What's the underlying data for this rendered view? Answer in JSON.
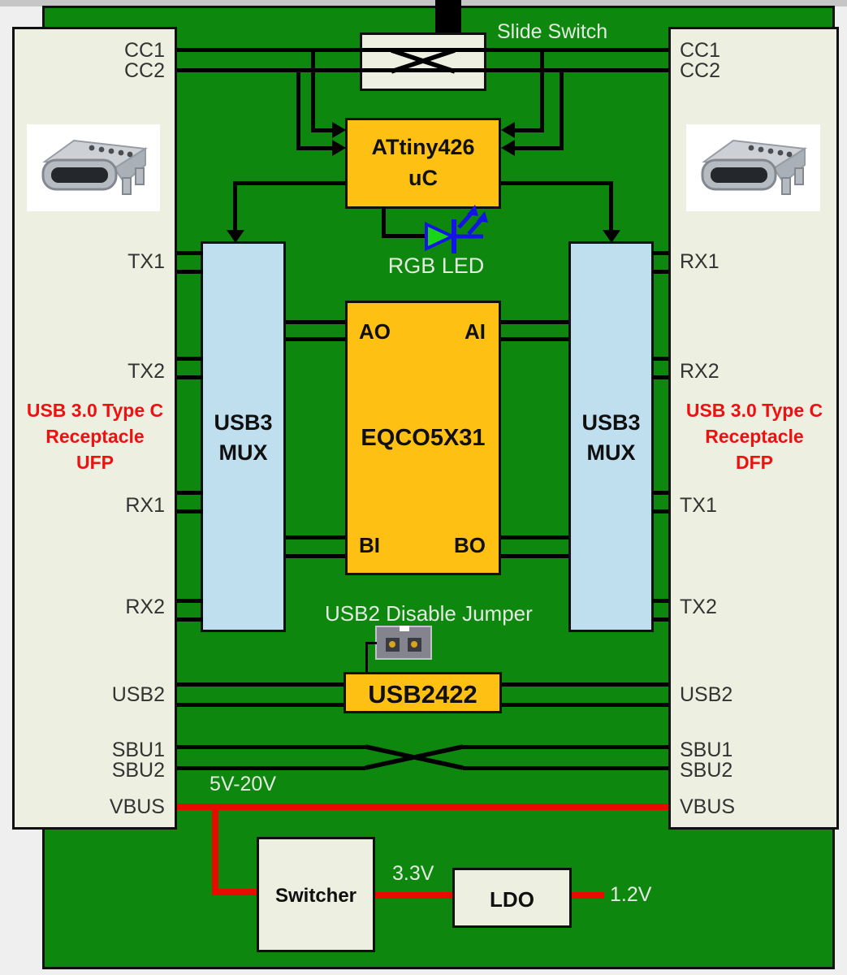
{
  "slide_switch": {
    "label": "Slide Switch"
  },
  "left_receptacle": {
    "caption_line1": "USB 3.0 Type C",
    "caption_line2": "Receptacle",
    "caption_line3": "UFP",
    "pins": {
      "cc1": "CC1",
      "cc2": "CC2",
      "tx1": "TX1",
      "tx2": "TX2",
      "rx1": "RX1",
      "rx2": "RX2",
      "usb2": "USB2",
      "sbu1": "SBU1",
      "sbu2": "SBU2",
      "vbus": "VBUS"
    }
  },
  "right_receptacle": {
    "caption_line1": "USB 3.0 Type C",
    "caption_line2": "Receptacle",
    "caption_line3": "DFP",
    "pins": {
      "cc1": "CC1",
      "cc2": "CC2",
      "rx1": "RX1",
      "rx2": "RX2",
      "tx1": "TX1",
      "tx2": "TX2",
      "usb2": "USB2",
      "sbu1": "SBU1",
      "sbu2": "SBU2",
      "vbus": "VBUS"
    }
  },
  "blocks": {
    "attiny": {
      "line1": "ATtiny426",
      "line2": "uC"
    },
    "mux_left": {
      "line1": "USB3",
      "line2": "MUX"
    },
    "mux_right": {
      "line1": "USB3",
      "line2": "MUX"
    },
    "eqco": {
      "name": "EQCO5X31",
      "pin_ao": "AO",
      "pin_ai": "AI",
      "pin_bi": "BI",
      "pin_bo": "BO"
    },
    "usb2422": {
      "name": "USB2422"
    },
    "switcher": {
      "name": "Switcher"
    },
    "ldo": {
      "name": "LDO"
    }
  },
  "annotations": {
    "rgb_led": "RGB LED",
    "usb2_disable_jumper": "USB2 Disable Jumper",
    "vbus_voltage": "5V-20V",
    "rail_3v3": "3.3V",
    "rail_1v2": "1.2V"
  },
  "colors": {
    "pcb_green": "#0e870e",
    "block_orange": "#fdc013",
    "mux_blue": "#bfdfee",
    "receptacle_cream": "#edefe0",
    "power_red": "#e80c00",
    "caption_red": "#ee1111"
  }
}
